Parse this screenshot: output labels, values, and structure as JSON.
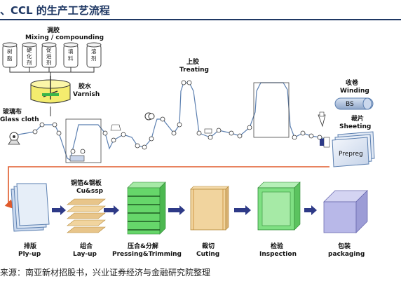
{
  "header": {
    "title": "、CCL 的生产工艺流程"
  },
  "mixing": {
    "title_cn": "调胶",
    "title_en": "Mixing / compounding",
    "jars": [
      [
        "树",
        "脂"
      ],
      [
        "硬",
        "化",
        "剂"
      ],
      [
        "促",
        "进",
        "剂"
      ],
      [
        "填",
        "料"
      ],
      [
        "溶",
        "剂"
      ]
    ],
    "varnish_cn": "胶水",
    "varnish_en": "Varnish"
  },
  "glass_cloth": {
    "cn": "玻璃布",
    "en": "Glass cloth"
  },
  "treating": {
    "cn": "上胶",
    "en": "Treating"
  },
  "winding": {
    "cn": "收卷",
    "en": "Winding",
    "roll_label": "BS"
  },
  "sheeting": {
    "cn": "裁片",
    "en": "Sheeting"
  },
  "prepreg": {
    "label": "Prepreg"
  },
  "copper": {
    "cn": "铜箔&钢板",
    "en": "Cu&ssp"
  },
  "steps": [
    {
      "cn": "排版",
      "en": "Ply-up"
    },
    {
      "cn": "组合",
      "en": "Lay-up"
    },
    {
      "cn": "压合&分解",
      "en": "Pressing&Trimming"
    },
    {
      "cn": "裁切",
      "en": "Cuting"
    },
    {
      "cn": "检验",
      "en": "Inspection"
    },
    {
      "cn": "包装",
      "en": "packaging"
    }
  ],
  "footer": {
    "source": "来源：南亚新材招股书，兴业证券经济与金融研究院整理"
  },
  "colors": {
    "accent": "#1f3864",
    "arrow_blue": "#2e3a87",
    "process_red": "#e05a2b",
    "box_green": "#66d66a",
    "box_purple": "#b8b8e8",
    "board_tan": "#e8c58a",
    "line_blue": "#5b7fb0"
  }
}
